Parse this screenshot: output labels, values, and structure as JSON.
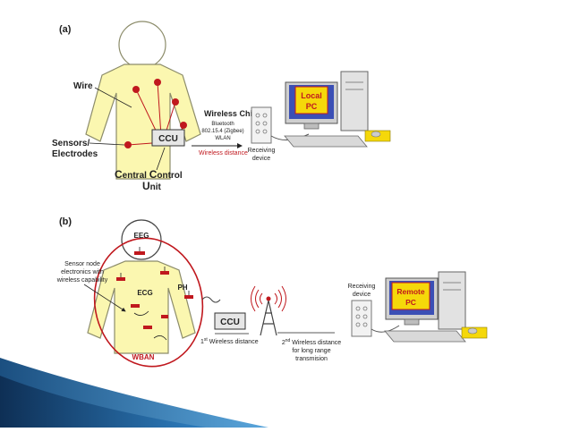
{
  "panel_a": {
    "label": "(a)",
    "wire": "Wire",
    "sensors_line1": "Sensors/",
    "sensors_line2": "Electrodes",
    "ccu_box": "CCU",
    "ccu_line1_cap1": "C",
    "ccu_line1_rest1": "entral ",
    "ccu_line1_cap2": "C",
    "ccu_line1_rest2": "ontrol",
    "ccu_line2_cap": "U",
    "ccu_line2_rest": "nit",
    "wireless_chip": "Wireless Chip:",
    "bluetooth": "Bluetooth",
    "zigbee": "802.15.4 (Zigbee)",
    "wlan": "WLAN",
    "wireless_distance": "Wireless distance",
    "receiving_line1": "Receiving",
    "receiving_line2": "device",
    "pc_line1": "Local",
    "pc_line2": "PC"
  },
  "panel_b": {
    "label": "(b)",
    "eeg": "EEG",
    "ecg": "ECG",
    "ph": "PH",
    "wban": "WBAN",
    "sensor_node_line1": "Sensor node",
    "sensor_node_line2": "electronics with",
    "sensor_node_line3": "wireless capability",
    "ccu_box": "CCU",
    "first_num": "1",
    "first_sup": "st",
    "first_rest": " Wireless distance",
    "second_num": "2",
    "second_sup": "nd",
    "second_rest": " Wireless distance",
    "second_line2": "for long range",
    "second_line3": "transmision",
    "receiving_line1": "Receiving",
    "receiving_line2": "device",
    "pc_line1": "Remote",
    "pc_line2": "PC"
  },
  "colors": {
    "body_fill": "#fbf7b0",
    "body_stroke": "#8c8c6a",
    "sensor_red": "#c0181e",
    "pc_label_bg": "#f5d80a",
    "monitor_blue": "#3b4fb5",
    "wban_ring": "#c0181e",
    "accent_blue": "#1f5f99"
  }
}
